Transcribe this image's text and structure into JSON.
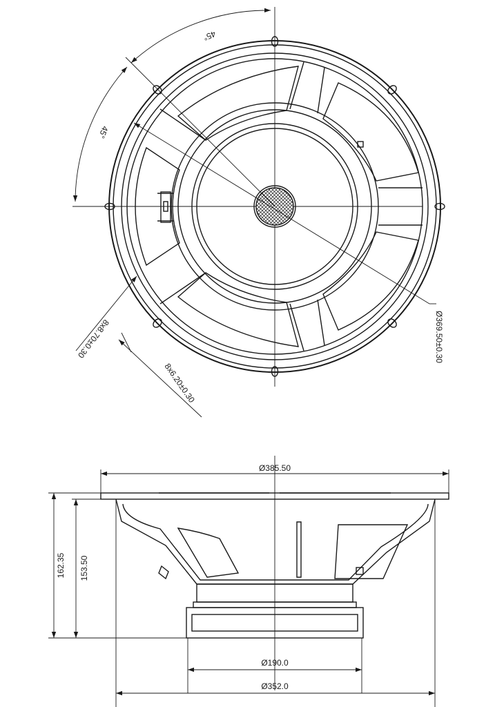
{
  "front_view": {
    "angle_top": "45°",
    "angle_side": "45°",
    "bolt_circle_diameter": "Ø369.50±0.30",
    "slot_width": "8x8.70±0.30",
    "hole_diameter": "8x6.20±0.30"
  },
  "side_view": {
    "frame_diameter": "Ø385.50",
    "total_height": "162.35",
    "mounting_height": "153.50",
    "magnet_diameter": "Ø190.0",
    "baffle_diameter": "Ø352.0"
  },
  "colors": {
    "line": "#1a1a1a",
    "background": "#ffffff"
  }
}
